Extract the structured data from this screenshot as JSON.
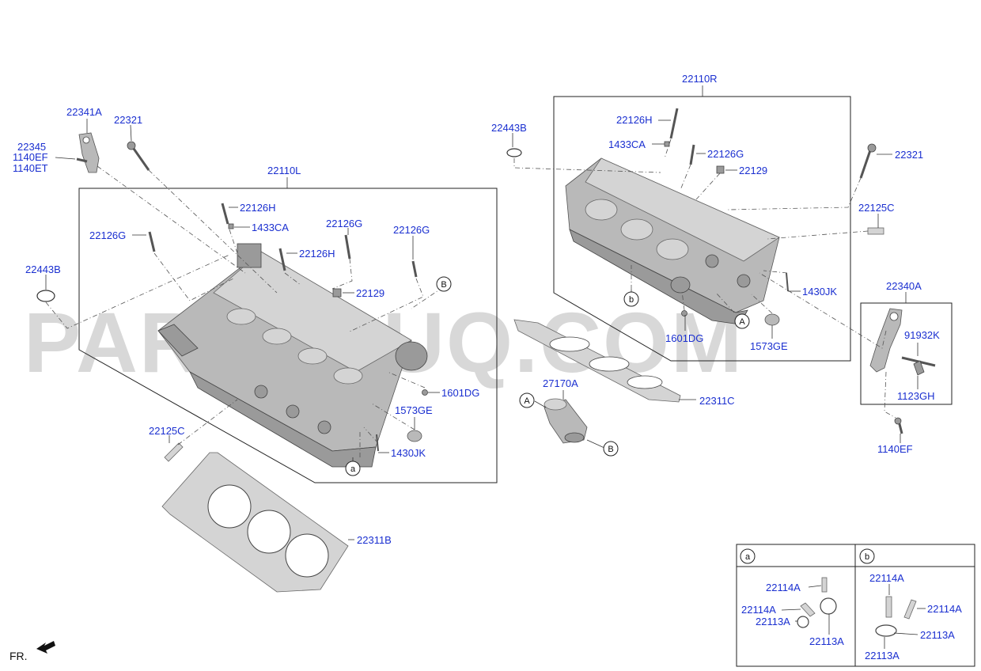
{
  "watermark": "PARTSOUQ.COM",
  "front_indicator": "FR.",
  "labels": {
    "l_22110R": "22110R",
    "l_22110L": "22110L",
    "l_22341A": "22341A",
    "l_22321_left": "22321",
    "l_22345": "22345",
    "l_1140EF_left": "1140EF",
    "l_1140ET": "1140ET",
    "l_22443B_top": "22443B",
    "l_22126H_right": "22126H",
    "l_1433CA_right": "1433CA",
    "l_22126G_right": "22126G",
    "l_22129_right": "22129",
    "l_22321_right": "22321",
    "l_22125C_right": "22125C",
    "l_22340A": "22340A",
    "l_91932K": "91932K",
    "l_1123GH": "1123GH",
    "l_1140EF_right": "1140EF",
    "l_1430JK_right": "1430JK",
    "l_1601DG_right": "1601DG",
    "l_1573GE_right": "1573GE",
    "l_22311C": "22311C",
    "l_27170A": "27170A",
    "l_22126H_l1": "22126H",
    "l_1433CA_left": "1433CA",
    "l_22126G_l1": "22126G",
    "l_22126H_l2": "22126H",
    "l_22126G_l2": "22126G",
    "l_22126G_l3": "22126G",
    "l_22443B_left": "22443B",
    "l_22129_left": "22129",
    "l_1601DG_left": "1601DG",
    "l_1573GE_left": "1573GE",
    "l_1430JK_left": "1430JK",
    "l_22125C_left": "22125C",
    "l_22311B": "22311B",
    "a_22114A_1": "22114A",
    "a_22114A_2": "22114A",
    "a_22113A_1": "22113A",
    "a_22113A_2": "22113A",
    "b_22114A_1": "22114A",
    "b_22114A_2": "22114A",
    "b_22113A_1": "22113A",
    "b_22113A_2": "22113A"
  },
  "markers": {
    "a_main": "a",
    "b_right": "b",
    "A_right": "A",
    "B_left": "B",
    "A_hose": "A",
    "B_hose": "B",
    "a_legend": "a",
    "b_legend": "b"
  }
}
